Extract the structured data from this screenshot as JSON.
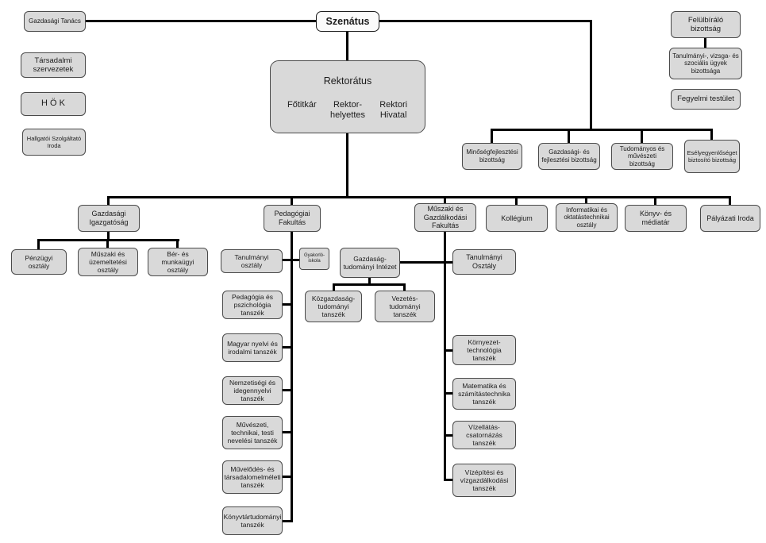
{
  "nodes": {
    "gazdasagi_tanacs": "Gazdasági Tanács",
    "tarsadalmi_szervezetek": "Társadalmi szervezetek",
    "hok": "H Ö K",
    "hallgatoi_szolgaltato_iroda": "Hallgatói Szolgáltató Iroda",
    "szenatus": "Szenátus",
    "felulbiralo_bizottsag": "Felülbíráló bizottság",
    "tanulmanyi_vizsga_szocialis_bizottsag": "Tanulmányi-, vizsga- és szociális ügyek bizottsága",
    "fegyelmi_testulet": "Fegyelmi testület",
    "minosegfejlesztesi_bizottsag": "Minőségfejlesztési bizottság",
    "gazdasagi_fejlesztesi_bizottsag": "Gazdasági- és fejlesztési bizottság",
    "tudomanyos_muveszeti_bizottsag": "Tudományos és művészeti bizottság",
    "eselyegyenloseget_biztosito_bizottsag": "Esélyegyenlőséget biztosító bizottság",
    "gazdasagi_igazgatosag": "Gazdasági Igazgatóság",
    "pedagogiai_fakultas": "Pedagógiai Fakultás",
    "muszaki_gazdalkodasi_fakultas": "Műszaki és Gazdálkodási Fakultás",
    "kollegium": "Kollégium",
    "informatikai_oktatastechnikai_osztaly": "Informatikai és oktatástechnikai osztály",
    "konyv_mediatar": "Könyv- és médiatár",
    "palyazati_iroda": "Pályázati Iroda",
    "penzugyi_osztaly": "Pénzügyi osztály",
    "muszaki_uzemeltetesi_osztaly": "Műszaki és üzemeltetési osztály",
    "ber_munkaugyi_osztaly": "Bér- és munkaügyi osztály",
    "tanulmanyi_osztaly_pedagogiai": "Tanulmányi osztály",
    "gyakorlo_iskola": "Gyakorló-iskola",
    "pedagogia_pszichologia_tanszek": "Pedagógia és pszichológia tanszék",
    "magyar_nyelvi_irodalmi_tanszek": "Magyar nyelvi és irodalmi tanszék",
    "nemzetisegi_idegennyelvi_tanszek": "Nemzetiségi és idegennyelvi tanszék",
    "muveszeti_technikai_testi_tanszek": "Művészeti, technikai, testi nevelési tanszék",
    "muvelodes_tarsadalomelmeleti_tanszek": "Művelődés- és társadalomelméleti tanszék",
    "konyvtartudomanyi_tanszek": "Könyvtártudományi tanszék",
    "gazdasagtudomanyi_intezet": "Gazdaság-tudományi Intézet",
    "kozgazdasagtudomanyi_tanszek": "Közgazdaság-tudományi tanszék",
    "vezetestudomanyi_tanszek": "Vezetés-tudományi tanszék",
    "tanulmanyi_osztaly_muszaki": "Tanulmányi Osztály",
    "kornyezettechnologia_tanszek": "Környezet-technológia tanszék",
    "matematika_szamitastechnika_tanszek": "Matematika és számítástechnika tanszék",
    "vizellatas_csatornazas_tanszek": "Vízellátás-csatornázás tanszék",
    "vizepitesi_vizgazdalkodasi_tanszek": "Vízépítési és vízgazdálkodási tanszék"
  },
  "rektoratus": {
    "title": "Rektorátus",
    "fotitkar": "Főtitkár",
    "rektor_helyettes": "Rektor-helyettes",
    "rektori_hivatal": "Rektori Hivatal"
  }
}
